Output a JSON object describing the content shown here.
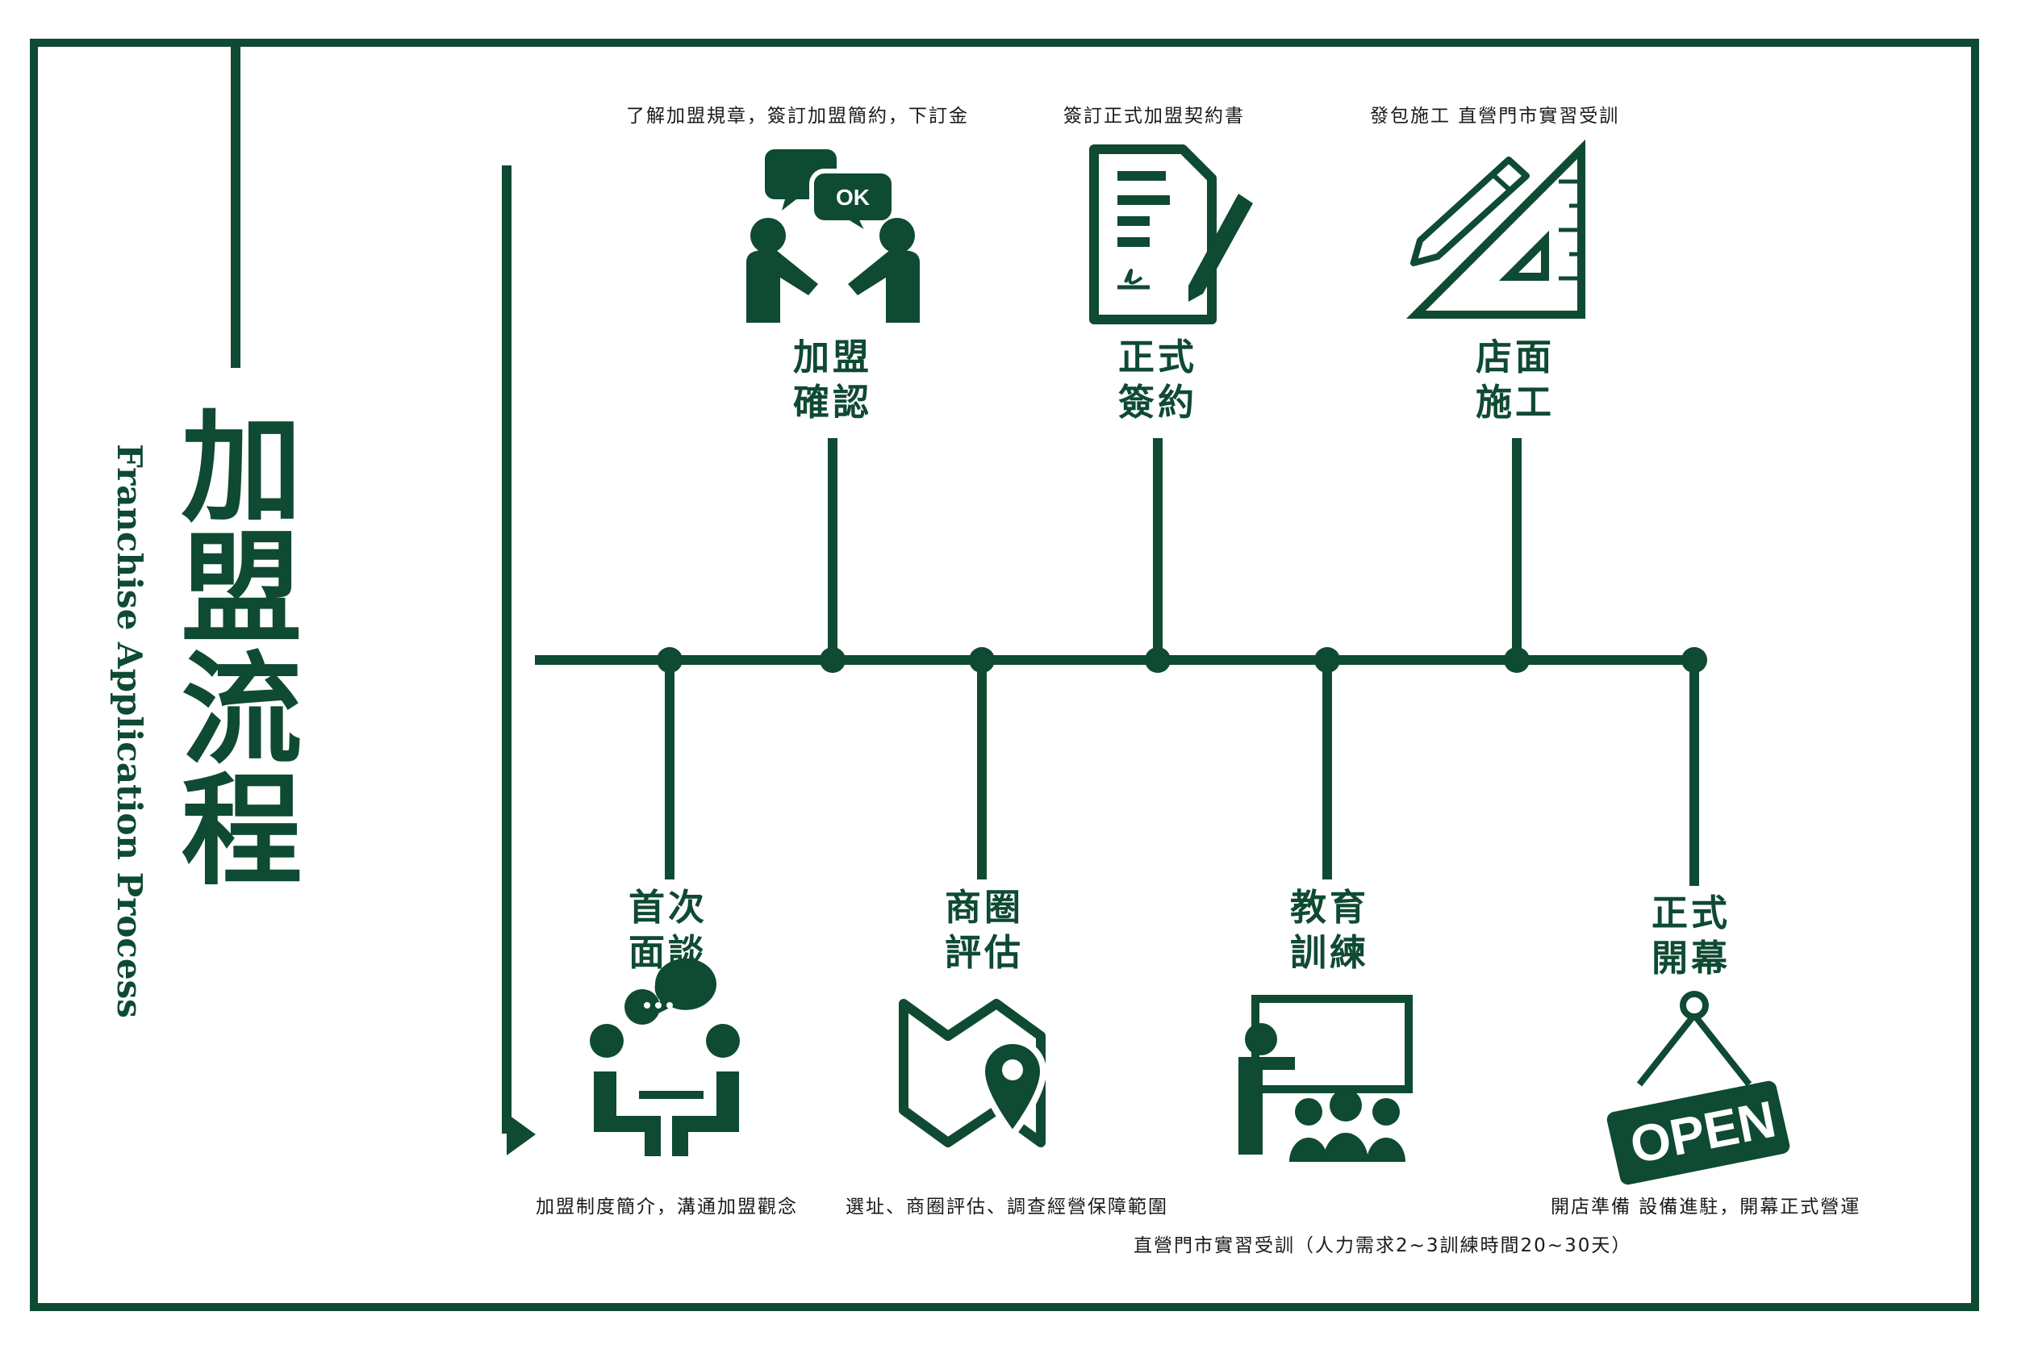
{
  "title_cn": "加盟流程",
  "title_en": "Franchise Application Process",
  "colors": {
    "primary": "#0f4a33",
    "text": "#1a1a1a",
    "background": "#ffffff"
  },
  "top_steps": [
    {
      "label_line1": "加盟",
      "label_line2": "確認",
      "description": "了解加盟規章，簽訂加盟簡約，下訂金",
      "icon": "handshake-ok-icon",
      "ok_text": "OK"
    },
    {
      "label_line1": "正式",
      "label_line2": "簽約",
      "description": "簽訂正式加盟契約書",
      "icon": "contract-signing-icon"
    },
    {
      "label_line1": "店面",
      "label_line2": "施工",
      "description": "發包施工  直營門市實習受訓",
      "icon": "set-square-pencil-icon"
    }
  ],
  "bottom_steps": [
    {
      "label_line1": "首次",
      "label_line2": "面談",
      "description": "加盟制度簡介，溝通加盟觀念",
      "icon": "meeting-chat-icon"
    },
    {
      "label_line1": "商圈",
      "label_line2": "評估",
      "description": "選址、商圈評估、調查經營保障範圍",
      "icon": "map-location-icon"
    },
    {
      "label_line1": "教育",
      "label_line2": "訓練",
      "description": "直營門市實習受訓（人力需求2~3訓練時間20~30天）",
      "icon": "training-presentation-icon"
    },
    {
      "label_line1": "正式",
      "label_line2": "開幕",
      "description": "開店準備  設備進駐，開幕正式營運",
      "icon": "open-sign-icon",
      "sign_text": "OPEN"
    }
  ]
}
